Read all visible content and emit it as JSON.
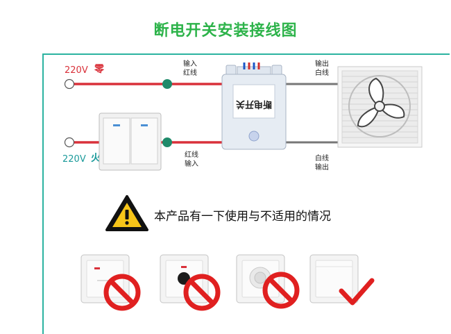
{
  "title": "断电开关安装接线图",
  "colors": {
    "title": "#2db34a",
    "frame": "#2bb3a0",
    "wire_red": "#d9313a",
    "wire_gray": "#777777",
    "node": "#1f8a6a",
    "label_red": "#d9313a",
    "label_teal": "#1a9a9a",
    "forbidden": "#e02020",
    "check": "#e02020"
  },
  "mains": {
    "neutral": {
      "voltage": "220V",
      "name": "零"
    },
    "live": {
      "voltage": "220V",
      "name": "火"
    }
  },
  "wire_labels": {
    "top_input": [
      "输入",
      "红线"
    ],
    "bottom_input": [
      "红线",
      "输入"
    ],
    "top_output": [
      "输出",
      "白线"
    ],
    "bottom_output": [
      "白线",
      "输出"
    ]
  },
  "module_label": "断电开关",
  "warning": {
    "icon": "warning-triangle-icon",
    "text": "本产品有一下使用与不适用的情况"
  },
  "switch_examples": [
    {
      "icon": "sound-light-switch-icon",
      "verdict": "not-applicable"
    },
    {
      "icon": "touch-sensor-switch-icon",
      "verdict": "not-applicable"
    },
    {
      "icon": "pir-sensor-switch-icon",
      "verdict": "not-applicable"
    },
    {
      "icon": "rocker-switch-icon",
      "verdict": "applicable"
    }
  ]
}
